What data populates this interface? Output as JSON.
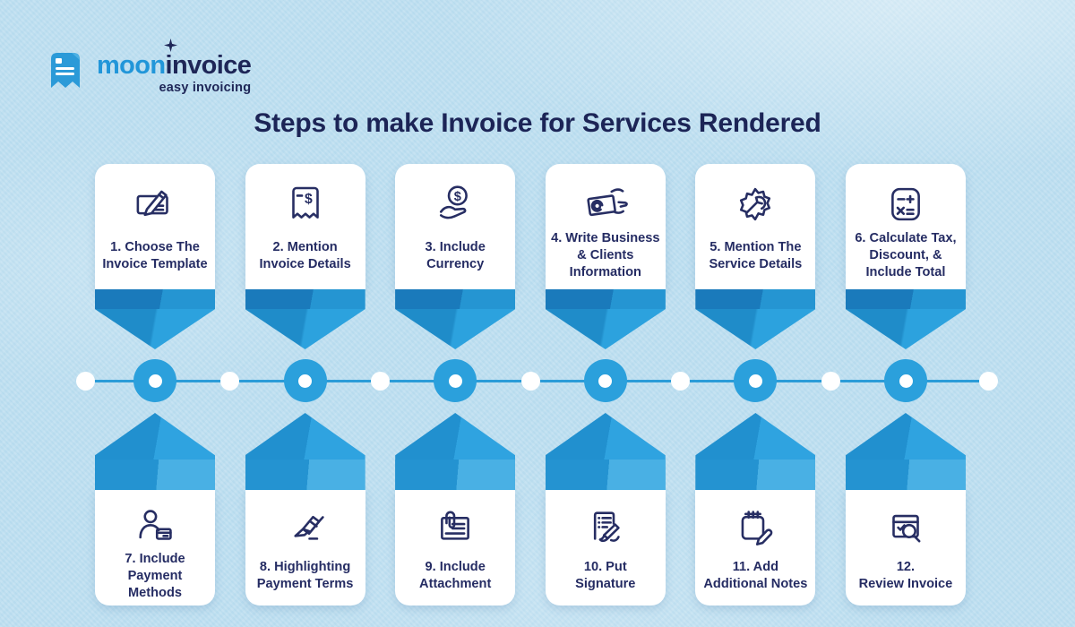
{
  "title": "Steps to make Invoice for Services Rendered",
  "logo": {
    "brand_first": "moon",
    "brand_second": "invoice",
    "tagline": "easy invoicing",
    "icon": "invoice-badge-icon"
  },
  "colors": {
    "background": "#bfdff0",
    "navy_text": "#252c63",
    "title_navy": "#1c2456",
    "brand_blue": "#2196d9",
    "timeline_blue": "#2b9cd8",
    "node_blue": "#2ba0dc",
    "arrow_blue_light": "#2fa3e0",
    "arrow_blue_dark": "#1a7abb",
    "card_white": "#ffffff"
  },
  "steps": [
    {
      "id": 1,
      "row": "top",
      "icon": "pencil-template-icon",
      "label": "1. Choose The Invoice Template",
      "lines": [
        "1. Choose The",
        "Invoice Template"
      ]
    },
    {
      "id": 2,
      "row": "top",
      "icon": "receipt-icon",
      "label": "2. Mention Invoice Details",
      "lines": [
        "2. Mention",
        "Invoice Details"
      ]
    },
    {
      "id": 3,
      "row": "top",
      "icon": "currency-hand-icon",
      "label": "3. Include Currency",
      "lines": [
        "3. Include",
        "Currency"
      ]
    },
    {
      "id": 4,
      "row": "top",
      "icon": "business-card-icon",
      "label": "4. Write Business & Clients Information",
      "lines": [
        "4. Write Business",
        "& Clients",
        "Information"
      ]
    },
    {
      "id": 5,
      "row": "top",
      "icon": "gear-wrench-icon",
      "label": "5. Mention The Service Details",
      "lines": [
        "5. Mention The",
        "Service Details"
      ]
    },
    {
      "id": 6,
      "row": "top",
      "icon": "calculator-icon",
      "label": "6. Calculate Tax, Discount, & Include Total",
      "lines": [
        "6. Calculate Tax,",
        "Discount, &",
        "Include Total"
      ]
    },
    {
      "id": 7,
      "row": "bottom",
      "icon": "payment-person-icon",
      "label": "7. Include Payment Methods",
      "lines": [
        "7. Include Payment",
        "Methods"
      ]
    },
    {
      "id": 8,
      "row": "bottom",
      "icon": "highlighter-icon",
      "label": "8. Highlighting Payment Terms",
      "lines": [
        "8. Highlighting",
        "Payment Terms"
      ]
    },
    {
      "id": 9,
      "row": "bottom",
      "icon": "attachment-icon",
      "label": "9. Include Attachment",
      "lines": [
        "9. Include",
        "Attachment"
      ]
    },
    {
      "id": 10,
      "row": "bottom",
      "icon": "signature-icon",
      "label": "10. Put Signature",
      "lines": [
        "10. Put",
        "Signature"
      ]
    },
    {
      "id": 11,
      "row": "bottom",
      "icon": "notes-icon",
      "label": "11. Add Additional Notes",
      "lines": [
        "11. Add",
        "Additional Notes"
      ]
    },
    {
      "id": 12,
      "row": "bottom",
      "icon": "review-icon",
      "label": "12. Review Invoice",
      "lines": [
        "12.",
        "Review Invoice"
      ]
    }
  ]
}
